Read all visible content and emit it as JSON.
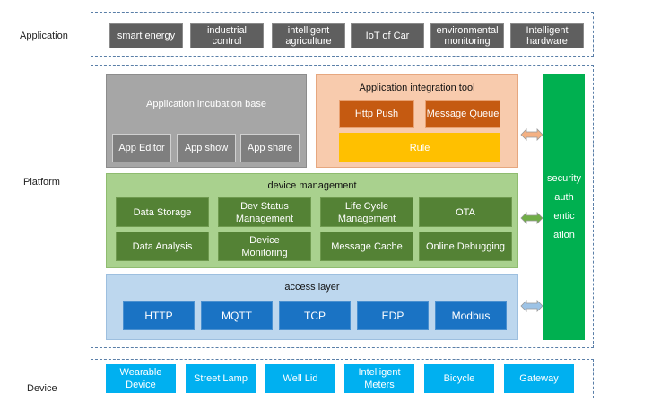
{
  "rows": {
    "application": "Application",
    "platform": "Platform",
    "device": "Device"
  },
  "application_items": [
    "smart energy",
    "industrial\ncontrol",
    "intelligent\nagriculture",
    "IoT of Car",
    "environmental\nmonitoring",
    "Intelligent\nhardware"
  ],
  "incubation": {
    "title": "Application incubation base",
    "items": [
      "App Editor",
      "App show",
      "App share"
    ]
  },
  "integration": {
    "title": "Application integration tool",
    "items": [
      "Http Push",
      "Message Queue"
    ],
    "rule": "Rule"
  },
  "device_management": {
    "title": "device management",
    "items": [
      "Data Storage",
      "Dev Status\nManagement",
      "Life Cycle\nManagement",
      "OTA",
      "Data Analysis",
      "Device\nMonitoring",
      "Message Cache",
      "Online Debugging"
    ]
  },
  "access_layer": {
    "title": "access layer",
    "items": [
      "HTTP",
      "MQTT",
      "TCP",
      "EDP",
      "Modbus"
    ]
  },
  "security": {
    "lines": [
      "security",
      "auth",
      "entic",
      "ation"
    ]
  },
  "device_items": [
    "Wearable\nDevice",
    "Street Lamp",
    "Well Lid",
    "Intelligent\nMeters",
    "Bicycle",
    "Gateway"
  ],
  "colors": {
    "arrow_orange": "#f4b183",
    "arrow_green": "#70ad47",
    "arrow_blue": "#9dc3e6"
  }
}
